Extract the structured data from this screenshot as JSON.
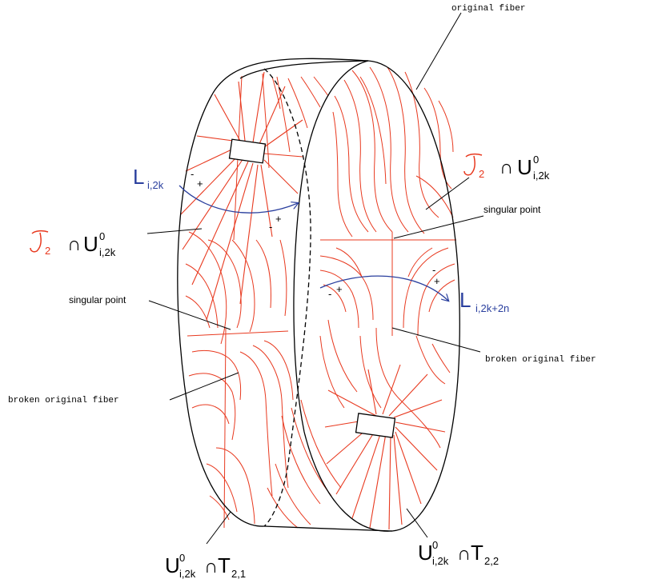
{
  "labels": {
    "original_fiber": "original fiber",
    "singular_point_right": "singular point",
    "singular_point_left": "singular point",
    "broken_fiber_right": "broken original fiber",
    "broken_fiber_left": "broken original fiber"
  },
  "L_left": {
    "main": "L",
    "sub": "i,2k"
  },
  "L_right": {
    "main": "L",
    "sub": "i,2k+2n"
  },
  "F_left": {
    "sub_red": "2",
    "cap": "∩",
    "U": "U",
    "sup": "0",
    "sub": "i,2k"
  },
  "F_right": {
    "sub_red": "2",
    "cap": "∩",
    "U": "U",
    "sup": "0",
    "sub": "i,2k"
  },
  "bottom_left": {
    "U": "U",
    "sup": "0",
    "sub": "i,2k",
    "cap": "∩",
    "T": "T",
    "tsub": "2,1"
  },
  "bottom_right": {
    "U": "U",
    "sup": "0",
    "sub": "i,2k",
    "cap": "∩",
    "T": "T",
    "tsub": "2,2"
  },
  "signs": {
    "left_minus": "-",
    "left_plus": "+",
    "mid_minus": "-",
    "mid_plus": "+",
    "right_minus": "-",
    "right_plus": "+",
    "far_minus": "-",
    "far_plus": "+"
  },
  "colors": {
    "foliation": "#e8391f",
    "arrow": "#2a3f9e",
    "outline": "#000000"
  }
}
